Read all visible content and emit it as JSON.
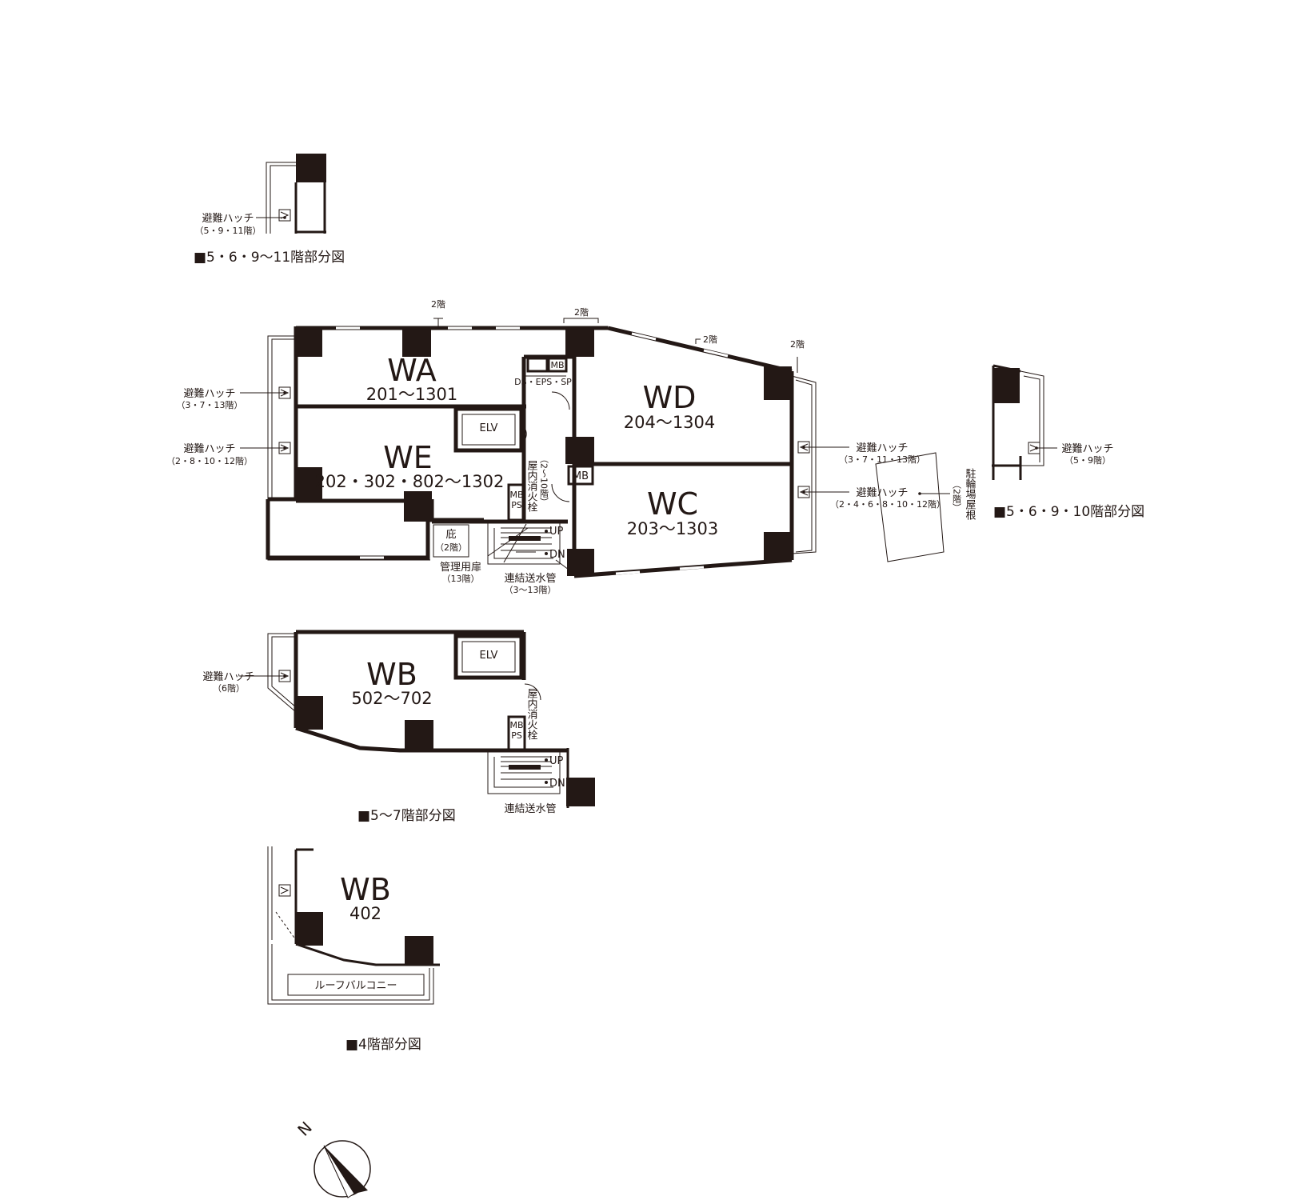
{
  "units": {
    "wa": {
      "name": "WA",
      "rooms": "201〜1301"
    },
    "we": {
      "name": "WE",
      "rooms": "202・302・802〜1302"
    },
    "wd": {
      "name": "WD",
      "rooms": "204〜1304"
    },
    "wc": {
      "name": "WC",
      "rooms": "203〜1303"
    },
    "wb57": {
      "name": "WB",
      "rooms": "502〜702"
    },
    "wb4": {
      "name": "WB",
      "rooms": "402"
    }
  },
  "captions": {
    "top_left": "■5・6・9〜11階部分図",
    "right": "■5・6・9・10階部分図",
    "middle": "■5〜7階部分図",
    "bottom": "■4階部分図"
  },
  "labels": {
    "hatch": "避難ハッチ",
    "hatch_5_9_11": "（5・9・11階）",
    "hatch_3_7_13": "（3・7・13階）",
    "hatch_2_8_10_12": "（2・8・10・12階）",
    "hatch_3_7_11_13": "（3・7・11・13階）",
    "hatch_2_4_6_8_10_12": "（2・4・6・8・10・12階）",
    "hatch_5_9": "（5・9階）",
    "hatch_6": "（6階）",
    "floor2": "2階",
    "elv": "ELV",
    "mb": "MB",
    "ds_eps_sp": "DS・EPS・SP",
    "ps": "PS",
    "fire_hydrant": "屋内消火栓",
    "fire_hydrant_floors": "（2〜10階）",
    "eave": "庇",
    "eave_floor": "（2階）",
    "up": "UP",
    "dn": "DN",
    "mgmt_door": "管理用扉",
    "mgmt_door_floor": "（13階）",
    "standpipe": "連結送水管",
    "standpipe_floors": "（3〜13階）",
    "bike_roof": "駐輪場屋根",
    "bike_roof_floor": "（2階）",
    "roof_balcony": "ルーフバルコニー",
    "north": "N"
  },
  "colors": {
    "ink": "#231815",
    "paper": "#ffffff"
  }
}
